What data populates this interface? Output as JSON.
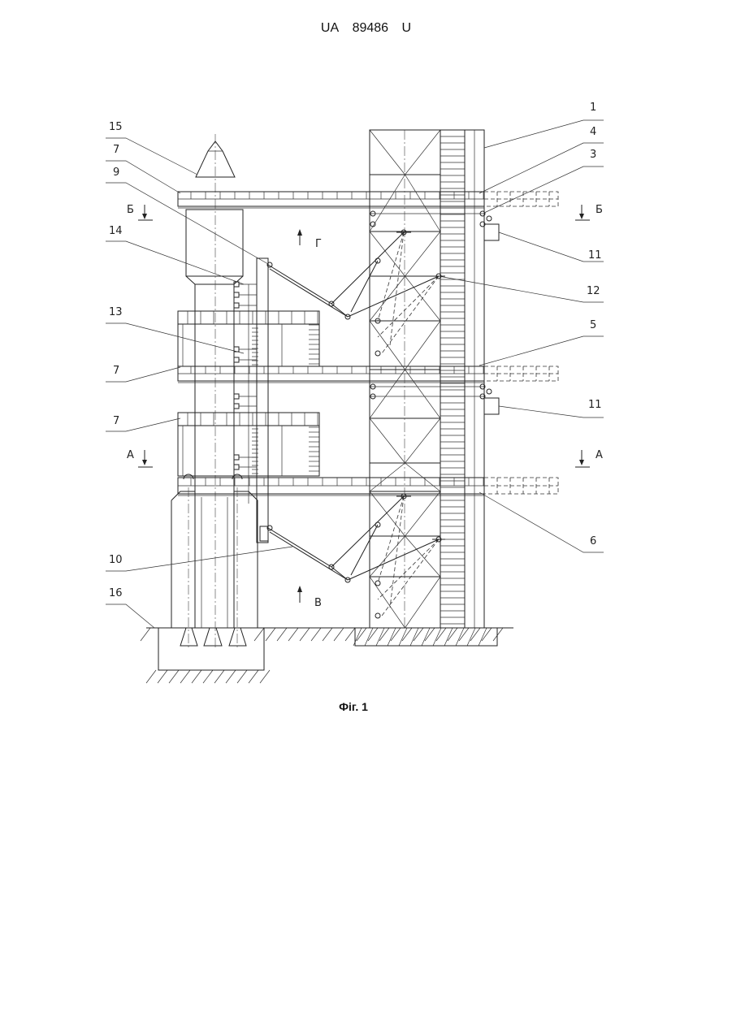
{
  "header": {
    "doc_code": "UA",
    "number": "89486",
    "kind": "U"
  },
  "caption": "Фіг. 1",
  "labels": {
    "l1": "1",
    "l4": "4",
    "l3": "3",
    "l11a": "11",
    "l12": "12",
    "l5": "5",
    "l11b": "11",
    "l6": "6",
    "l15": "15",
    "l7a": "7",
    "l9": "9",
    "l14": "14",
    "l13": "13",
    "l7b": "7",
    "l7c": "7",
    "l10": "10",
    "l16": "16"
  },
  "section_marks": {
    "b_left": "Б",
    "b_right": "Б",
    "a_left": "А",
    "a_right": "А",
    "g_view": "Г",
    "v_view": "В"
  }
}
